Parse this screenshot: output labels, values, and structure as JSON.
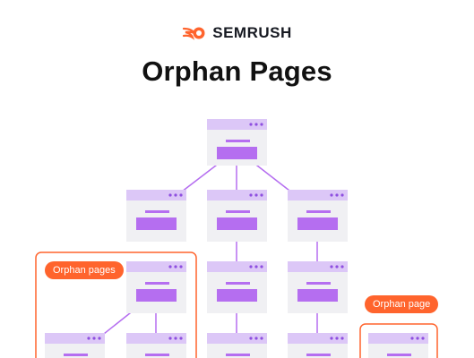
{
  "brand": {
    "name": "SEMRUSH",
    "icon": "semrush-fire-logo",
    "accent_color": "#ff642d"
  },
  "title": "Orphan Pages",
  "colors": {
    "page_fill": "#f0f0f3",
    "page_header": "#dcc7f7",
    "content_block": "#b56ef0",
    "connector": "#b56ef0",
    "highlight_border": "#ff642d"
  },
  "labels": {
    "orphan_group": "Orphan pages",
    "orphan_single": "Orphan page"
  }
}
